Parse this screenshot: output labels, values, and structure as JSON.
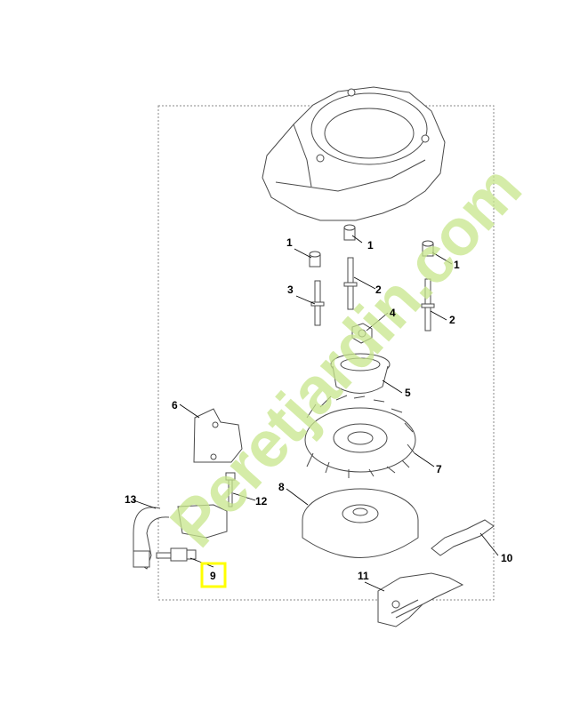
{
  "diagram": {
    "callouts": [
      {
        "id": "c1a",
        "label": "1"
      },
      {
        "id": "c1b",
        "label": "1"
      },
      {
        "id": "c1c",
        "label": "1"
      },
      {
        "id": "c2a",
        "label": "2"
      },
      {
        "id": "c2b",
        "label": "2"
      },
      {
        "id": "c3",
        "label": "3"
      },
      {
        "id": "c4",
        "label": "4"
      },
      {
        "id": "c5",
        "label": "5"
      },
      {
        "id": "c6",
        "label": "6"
      },
      {
        "id": "c7",
        "label": "7"
      },
      {
        "id": "c8",
        "label": "8"
      },
      {
        "id": "c9",
        "label": "9"
      },
      {
        "id": "c10",
        "label": "10"
      },
      {
        "id": "c11",
        "label": "11"
      },
      {
        "id": "c12",
        "label": "12"
      },
      {
        "id": "c13",
        "label": "13"
      }
    ],
    "highlighted_callout": "9",
    "highlight_color": "#ffff00",
    "watermark": "Peretjardin.com",
    "watermark_colors": [
      "#c8e68c",
      "#f0c878",
      "#c8b4a0"
    ]
  }
}
